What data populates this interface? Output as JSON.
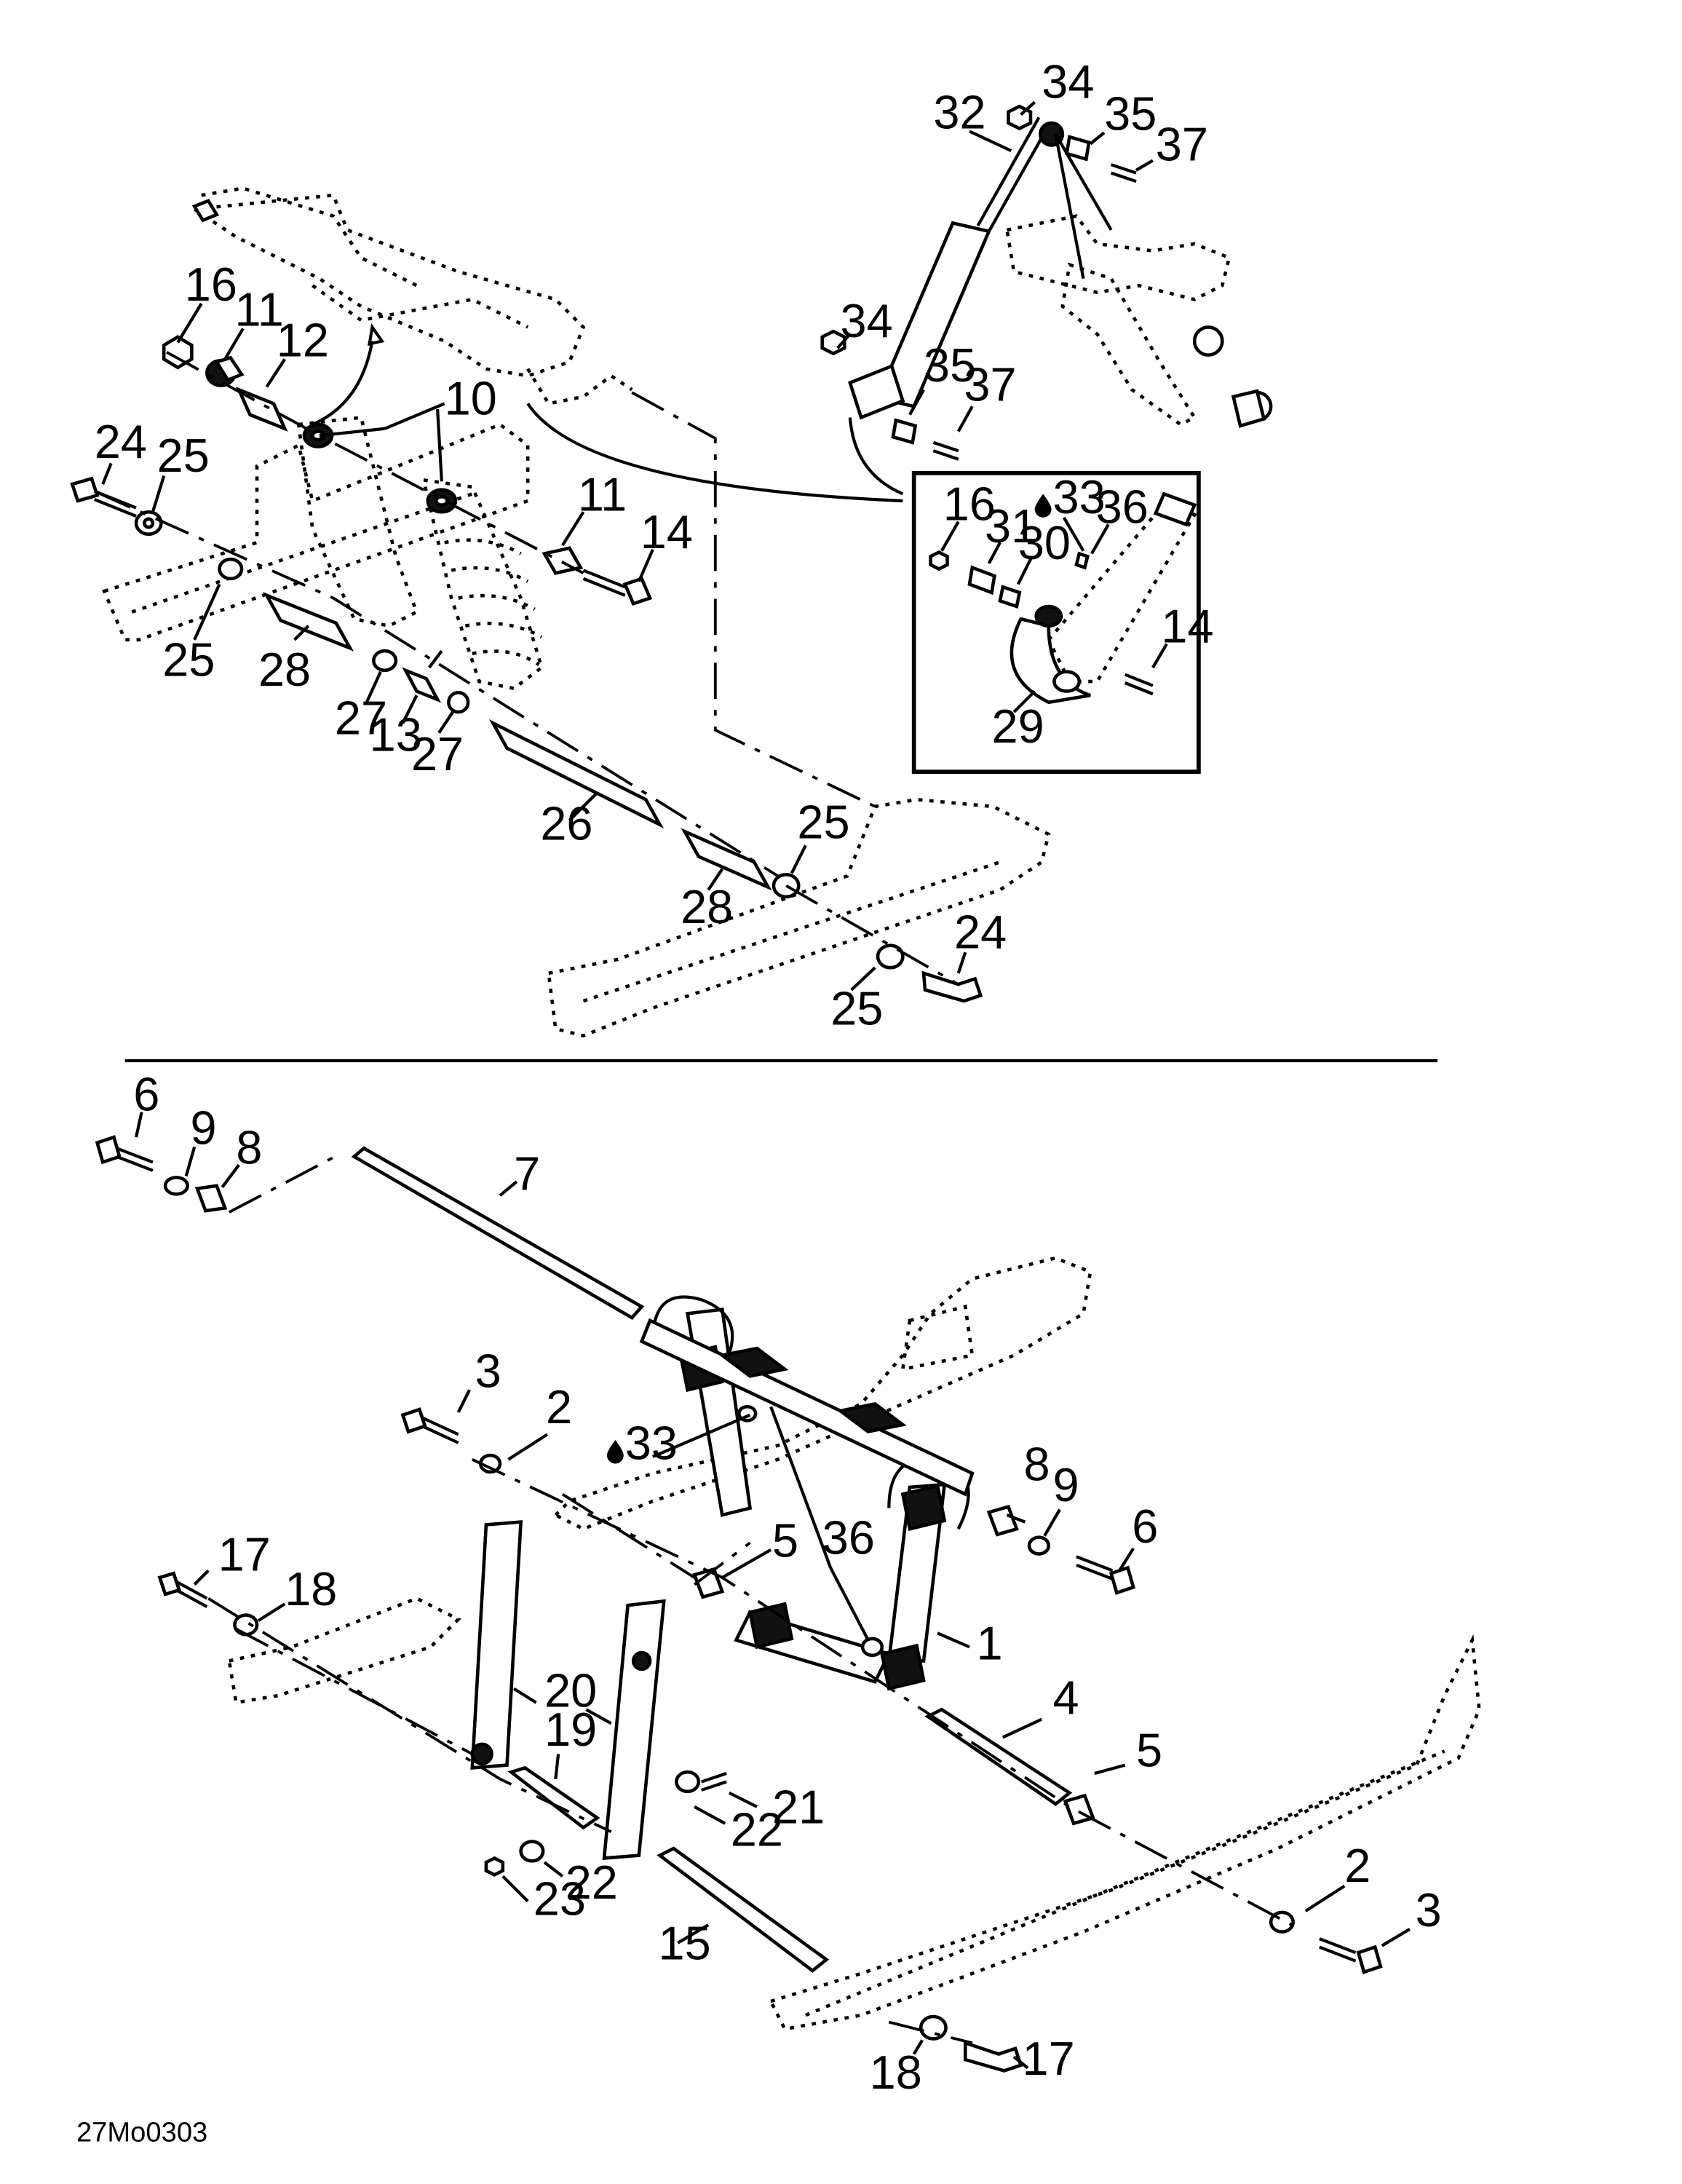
{
  "figure_code": "27Mo0303",
  "oil_symbol": "oil-drop-icon",
  "callouts": {
    "c1": "1",
    "c2a": "2",
    "c2b": "2",
    "c3a": "3",
    "c3b": "3",
    "c4": "4",
    "c5a": "5",
    "c5b": "5",
    "c6a": "6",
    "c6b": "6",
    "c7": "7",
    "c8a": "8",
    "c8b": "8",
    "c9a": "9",
    "c9b": "9",
    "c10": "10",
    "c11a": "11",
    "c11b": "11",
    "c12": "12",
    "c13": "13",
    "c14a": "14",
    "c14b": "14",
    "c15": "15",
    "c16a": "16",
    "c16b": "16",
    "c17a": "17",
    "c17b": "17",
    "c18a": "18",
    "c18b": "18",
    "c19": "19",
    "c20": "20",
    "c21": "21",
    "c22a": "22",
    "c22b": "22",
    "c23": "23",
    "c24a": "24",
    "c24b": "24",
    "c25a": "25",
    "c25b": "25",
    "c25c": "25",
    "c25d": "25",
    "c26": "26",
    "c27a": "27",
    "c27b": "27",
    "c28a": "28",
    "c28b": "28",
    "c29": "29",
    "c30": "30",
    "c31": "31",
    "c32": "32",
    "c33a": "33",
    "c33b": "33",
    "c34a": "34",
    "c34b": "34",
    "c35a": "35",
    "c35b": "35",
    "c36a": "36",
    "c36b": "36",
    "c37a": "37",
    "c37b": "37"
  }
}
